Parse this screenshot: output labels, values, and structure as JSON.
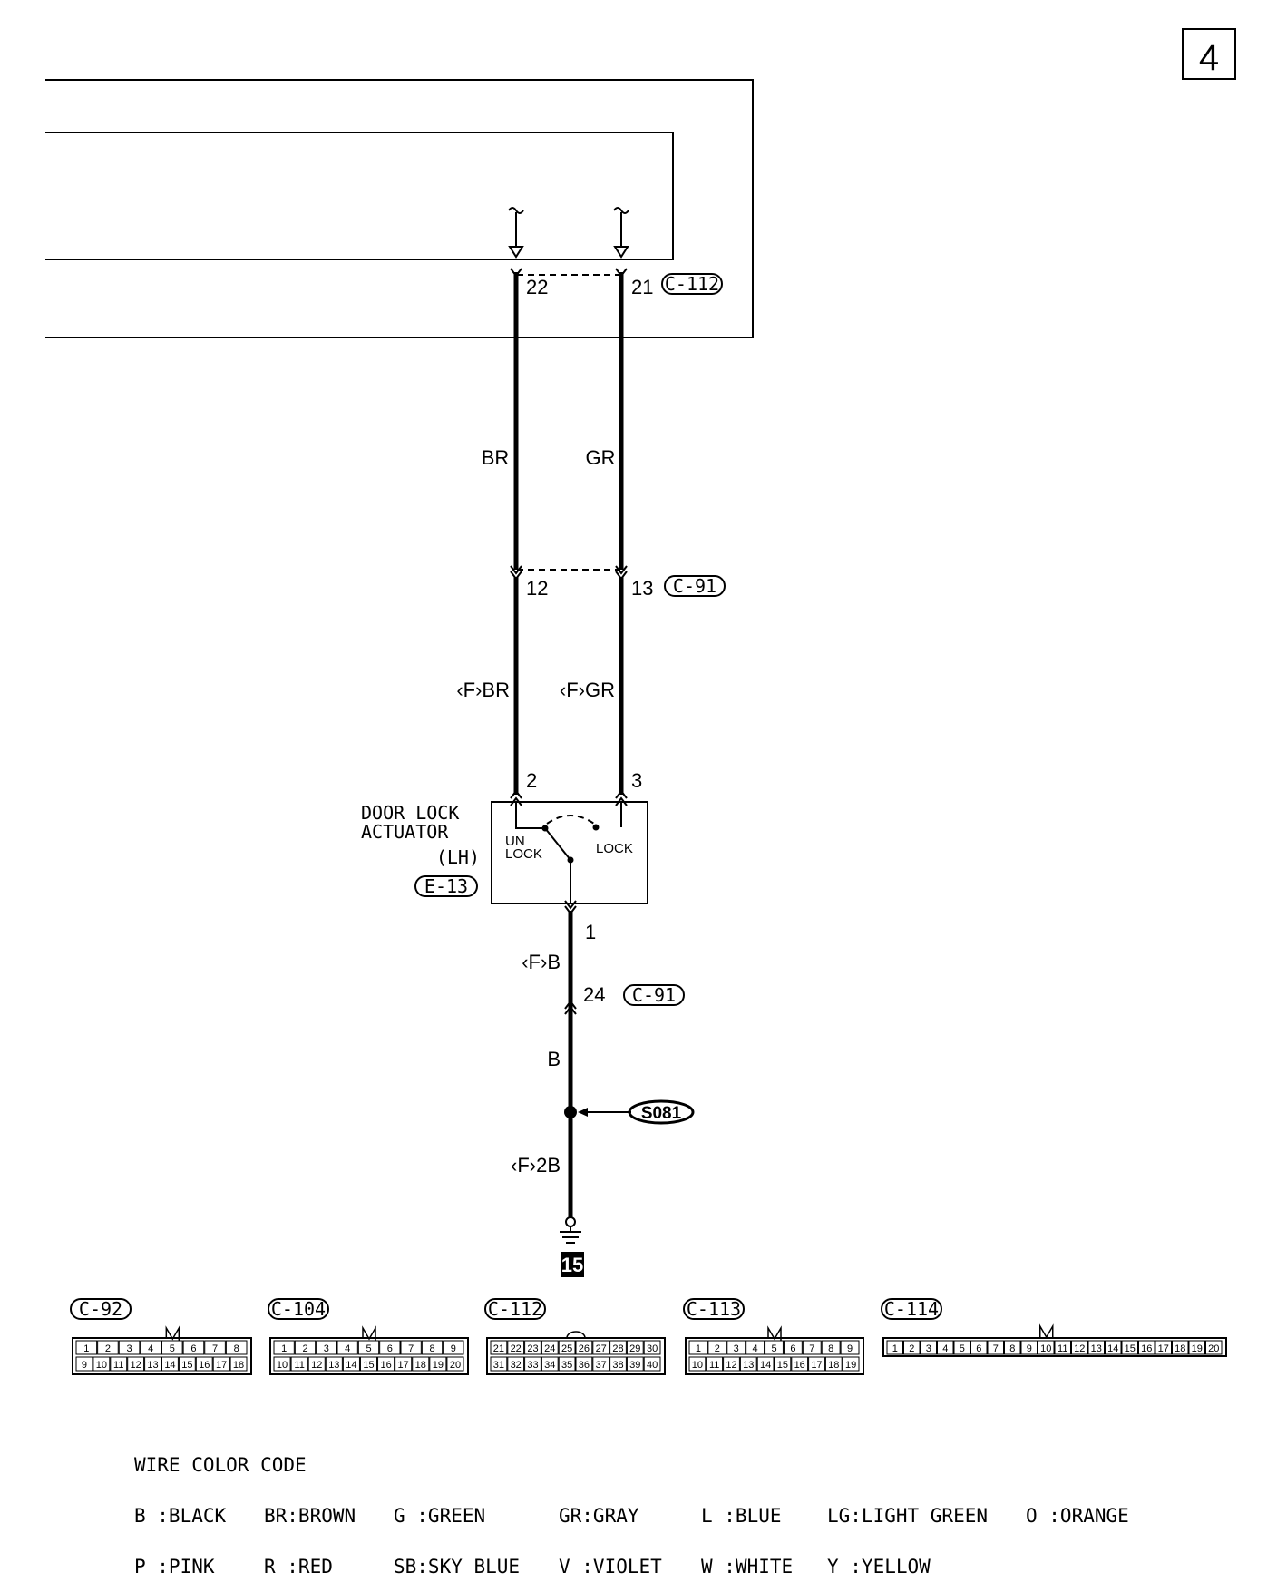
{
  "page_number": "4",
  "connectors": {
    "c112": "C-112",
    "c91_a": "C-91",
    "c91_b": "C-91",
    "e13": "E-13",
    "s081": "S081"
  },
  "pins": {
    "p22": "22",
    "p21": "21",
    "p12": "12",
    "p13": "13",
    "p2": "2",
    "p3": "3",
    "p1": "1",
    "p24": "24"
  },
  "wires": {
    "br": "BR",
    "gr": "GR",
    "f_br": "‹F›BR",
    "f_gr": "‹F›GR",
    "f_b": "‹F›B",
    "b": "B",
    "f_2b": "‹F›2B"
  },
  "actuator": {
    "line1": "DOOR LOCK",
    "line2": "ACTUATOR",
    "side": "(LH)",
    "unlock_1": "UN",
    "unlock_2": "LOCK",
    "lock": "LOCK"
  },
  "ground_number": "15",
  "connector_views": [
    {
      "label": "C-92",
      "row1": [
        "1",
        "2",
        "3",
        "4",
        "5",
        "6",
        "7",
        "8"
      ],
      "row2": [
        "9",
        "10",
        "11",
        "12",
        "13",
        "14",
        "15",
        "16",
        "17",
        "18"
      ]
    },
    {
      "label": "C-104",
      "row1": [
        "1",
        "2",
        "3",
        "4",
        "5",
        "6",
        "7",
        "8",
        "9"
      ],
      "row2": [
        "10",
        "11",
        "12",
        "13",
        "14",
        "15",
        "16",
        "17",
        "18",
        "19",
        "20"
      ]
    },
    {
      "label": "C-112",
      "row1": [
        "21",
        "22",
        "23",
        "24",
        "25",
        "26",
        "27",
        "28",
        "29",
        "30"
      ],
      "row2": [
        "31",
        "32",
        "33",
        "34",
        "35",
        "36",
        "37",
        "38",
        "39",
        "40"
      ]
    },
    {
      "label": "C-113",
      "row1": [
        "1",
        "2",
        "3",
        "4",
        "5",
        "6",
        "7",
        "8",
        "9"
      ],
      "row2": [
        "10",
        "11",
        "12",
        "13",
        "14",
        "15",
        "16",
        "17",
        "18",
        "19"
      ]
    },
    {
      "label": "C-114",
      "row1": [
        "1",
        "2",
        "3",
        "4",
        "5",
        "6",
        "7",
        "8",
        "9",
        "10",
        "11",
        "12",
        "13",
        "14",
        "15",
        "16",
        "17",
        "18",
        "19",
        "20"
      ],
      "row2": []
    }
  ],
  "wire_color_code": {
    "title": "WIRE COLOR CODE",
    "row1": [
      "B :BLACK",
      "BR:BROWN",
      "G :GREEN",
      "GR:GRAY",
      "L :BLUE",
      "LG:LIGHT GREEN",
      "O :ORANGE"
    ],
    "row2": [
      "P :PINK",
      "R :RED",
      "SB:SKY BLUE",
      "V :VIOLET",
      "W :WHITE",
      "Y :YELLOW"
    ]
  }
}
